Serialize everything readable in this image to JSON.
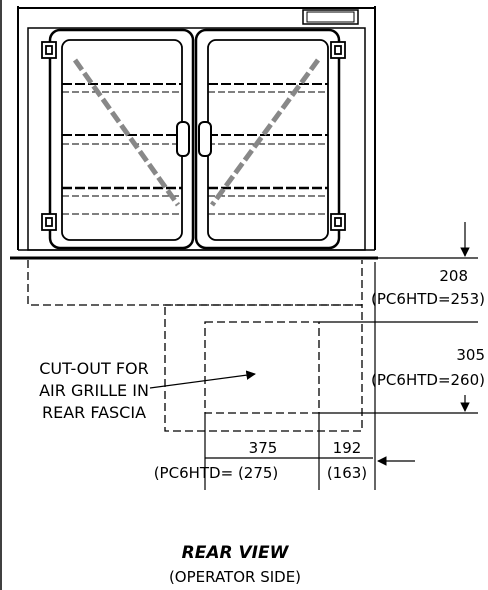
{
  "title": "REAR VIEW",
  "subtitle": "(OPERATOR SIDE)",
  "cutout_label": [
    "CUT-OUT FOR",
    "AIR GRILLE IN",
    "REAR FASCIA"
  ],
  "dimensions": {
    "top_offset": "208",
    "top_offset_alt": "(PC6HTD=253)",
    "cutout_height": "305",
    "cutout_height_alt": "(PC6HTD=260)",
    "cutout_width": "375",
    "cutout_width_alt": "(PC6HTD= (275)",
    "side_offset": "192",
    "side_offset_alt": "(163)"
  }
}
